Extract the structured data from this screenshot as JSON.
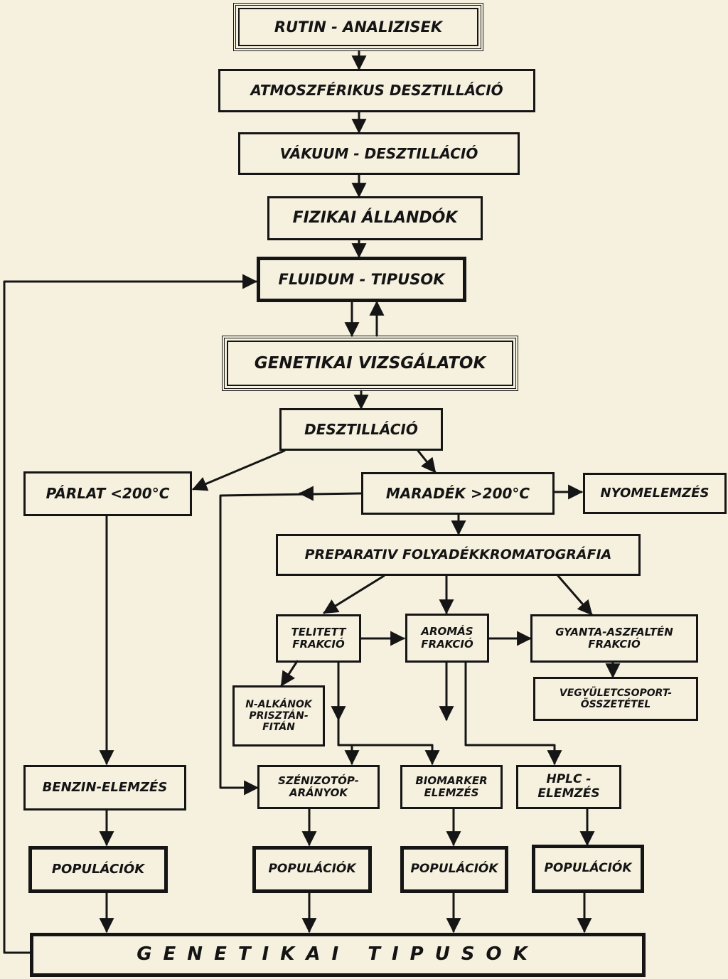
{
  "nodes": {
    "rutin": "RUTIN - ANALIZISEK",
    "atmo": "ATMOSZFÉRIKUS DESZTILLÁCIÓ",
    "vakuum": "VÁKUUM - DESZTILLÁCIÓ",
    "fizikai": "FIZIKAI ÁLLANDÓK",
    "fluidum": "FLUIDUM - TIPUSOK",
    "genvizsg": "GENETIKAI VIZSGÁLATOK",
    "deszt": "DESZTILLÁCIÓ",
    "parlat": "PÁRLAT <200°C",
    "maradek": "MARADÉK >200°C",
    "nyomelem": "NYOMELEMZÉS",
    "preparativ": "PREPARATIV FOLYADÉKKROMATOGRÁFIA",
    "telitett": "TELITETT\nFRAKCIÓ",
    "aromas": "AROMÁS\nFRAKCIÓ",
    "gyanta": "GYANTA-ASZFALTÉN\nFRAKCIÓ",
    "nalkanok": "N-ALKÁNOK\nPRISZTÁN-\nFITÁN",
    "vegyulet": "VEGYÜLETCSOPORT-\nÖSSZETÉTEL",
    "benzin": "BENZIN-ELEMZÉS",
    "szenizotop": "SZÉNIZOTÓP-\nARÁNYOK",
    "biomarker": "BIOMARKER\nELEMZÉS",
    "hplc": "HPLC -\nELEMZÉS",
    "pop1": "POPULÁCIÓK",
    "pop2": "POPULÁCIÓK",
    "pop3": "POPULÁCIÓK",
    "pop4": "POPULÁCIÓK",
    "gentipusok": "GENETIKAI TIPUSOK"
  },
  "colors": {
    "ink": "#151515",
    "paper": "#f6f1df"
  }
}
